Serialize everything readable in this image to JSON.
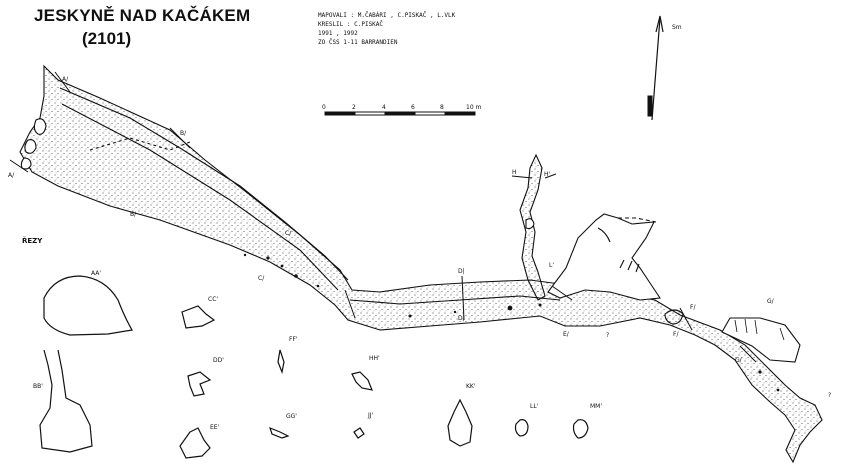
{
  "title": {
    "line1": "JESKYNĚ NAD KAČÁKEM",
    "line2": "(2101)"
  },
  "credits": {
    "mapovali": "MAPOVALI :   M.ČABÁRI , C.PISKAČ , L.VLK",
    "kreslil": "KRESLIL :   C.PISKAČ",
    "years": "1991 , 1992",
    "org": "ZO ČSS  1-11  BARRANDIEN"
  },
  "scale": {
    "ticks": [
      "0",
      "2",
      "4",
      "6",
      "8",
      "10 m"
    ]
  },
  "north": {
    "label": "Sm"
  },
  "sections_heading": "ŘEZY",
  "section_labels": [
    "AA'",
    "BB'",
    "CC'",
    "DD'",
    "EE'",
    "FF'",
    "GG'",
    "HH'",
    "JJ'",
    "KK'",
    "LL'",
    "MM'"
  ],
  "plan_marks": [
    "A/",
    "A/",
    "B/",
    "B/",
    "C/",
    "C/",
    "D|",
    "D|",
    "E/",
    "E/",
    "F/",
    "F/",
    "G/",
    "G/",
    "H",
    "H'",
    "L'",
    "?",
    "?"
  ]
}
